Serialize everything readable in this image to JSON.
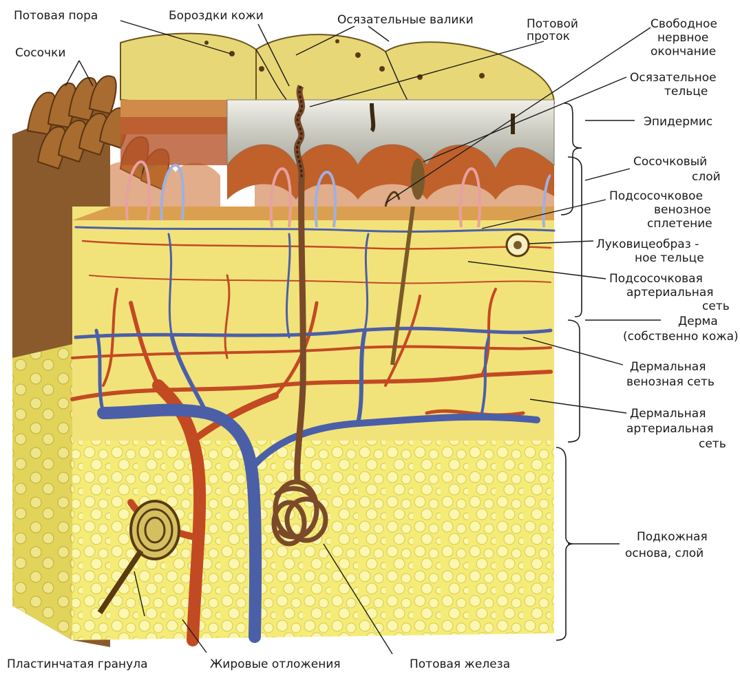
{
  "labels": {
    "sweat_pore": "Потовая пора",
    "skin_furrows": "Бороздки кожи",
    "tactile_ridges": "Осязательные валики",
    "sweat_duct": [
      "Потовой",
      "проток"
    ],
    "free_nerve_ending": [
      "Свободное",
      "нервное",
      "окончание"
    ],
    "papillae": "Сосочки",
    "tactile_corpuscle": [
      "Осязательное",
      "тельце"
    ],
    "epidermis": "Эпидермис",
    "papillary_layer": [
      "Сосочковый",
      "слой"
    ],
    "subpapillary_venous_plexus": [
      "Подсосочковое",
      "венозное",
      "сплетение"
    ],
    "bulbous_corpuscle": [
      "Луковицеобраз -",
      "ное тельце"
    ],
    "subpapillary_arterial_network": [
      "Подсосочковая",
      "артериальная",
      "сеть"
    ],
    "dermis": [
      "Дерма",
      "(собственно кожа)"
    ],
    "dermal_venous_network": [
      "Дермальная",
      "венозная сеть"
    ],
    "dermal_arterial_network": [
      "Дермальная",
      "артериальная",
      "сеть"
    ],
    "subcutaneous_base": [
      "Подкожная",
      "основа, слой"
    ],
    "lamellar_granule": "Пластинчатая гранула",
    "fat_deposits": "Жировые отложения",
    "sweat_gland": "Потовая железа"
  },
  "colors": {
    "epidermis_surface": "#e8d776",
    "epidermis_layers": "#cfcfc4",
    "papillary": "#c96a2c",
    "dermis": "#f2e27a",
    "subcutaneous": "#f6ee7a",
    "artery": "#c24a23",
    "vein": "#4b5fa8",
    "side_face": "#8a5a2c"
  }
}
